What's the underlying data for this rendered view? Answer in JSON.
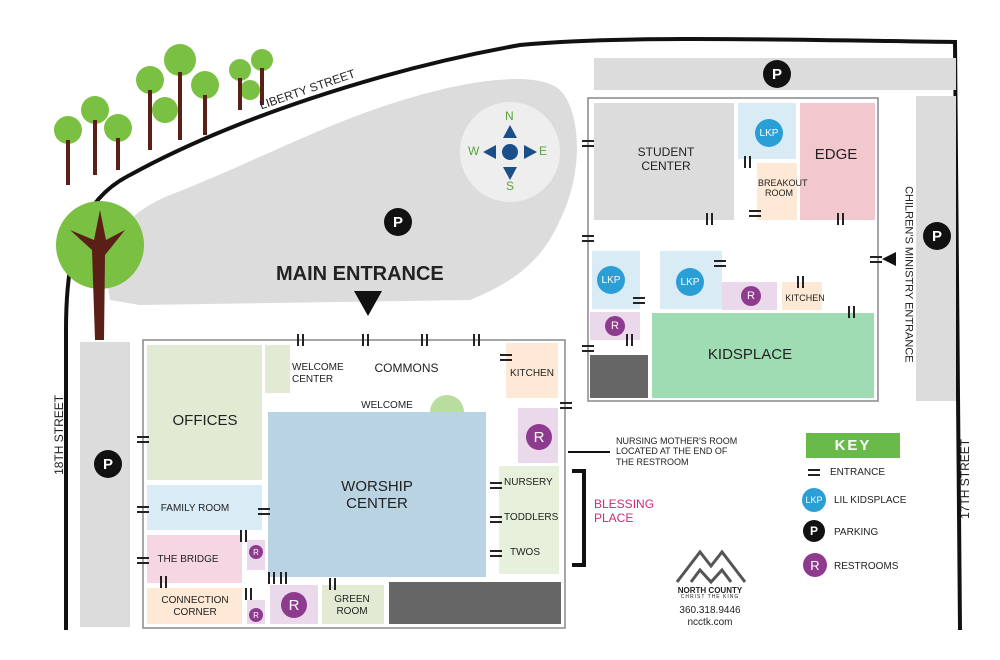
{
  "streets": {
    "liberty": "LIBERTY STREET",
    "eighteenth": "18TH STREET",
    "seventeenth": "17TH STREET",
    "childrens_entrance": "CHILREN'S MINISTRY ENTRANCE"
  },
  "compass": {
    "n": "N",
    "s": "S",
    "e": "E",
    "w": "W"
  },
  "main_entrance": "MAIN ENTRANCE",
  "rooms": {
    "offices": "OFFICES",
    "welcome_center": "WELCOME CENTER",
    "commons": "COMMONS",
    "welcome": "WELCOME",
    "kitchen_main": "KITCHEN",
    "worship_center": "WORSHIP CENTER",
    "family_room": "FAMILY ROOM",
    "the_bridge": "THE BRIDGE",
    "connection_corner": "CONNECTION CORNER",
    "green_room": "GREEN ROOM",
    "nursery": "NURSERY",
    "toddlers": "TODDLERS",
    "twos": "TWOS",
    "student_center": "STUDENT CENTER",
    "edge": "EDGE",
    "breakout_room": "BREAKOUT ROOM",
    "kitchen_kids": "KITCHEN",
    "kidsplace": "KIDSPLACE"
  },
  "markers": {
    "parking": "P",
    "restroom": "R",
    "lkp": "LKP"
  },
  "notes": {
    "nursing": "NURSING MOTHER'S ROOM LOCATED AT THE END OF THE RESTROOM",
    "blessing_place": "BLESSING PLACE"
  },
  "key": {
    "title": "KEY",
    "entrance": "ENTRANCE",
    "lil_kidsplace": "LIL KIDSPLACE",
    "parking": "PARKING",
    "restrooms": "RESTROOMS"
  },
  "logo": {
    "name": "NORTH COUNTY",
    "tagline": "CHRIST THE KING",
    "phone": "360.318.9446",
    "website": "ncctk.com"
  },
  "colors": {
    "lot": "#dcdcdc",
    "offices": "#e1ebd4",
    "worship": "#b9d3e2",
    "family": "#d9ecf6",
    "bridge": "#f6d6e3",
    "kitchen": "#fde9d6",
    "nursery": "#e6f0da",
    "edge": "#f3c7ce",
    "kidsplace": "#9fdcb3",
    "key_green": "#6aba4a",
    "restroom": "#8e3a8e",
    "lkp": "#2a9fd6",
    "blessing": "#d1287a"
  }
}
